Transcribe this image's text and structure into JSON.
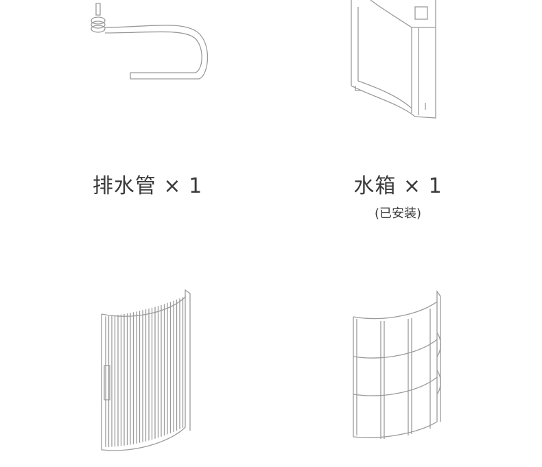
{
  "items": [
    {
      "name": "排水管",
      "qty": "× 1"
    },
    {
      "name": "水箱",
      "qty": "× 1",
      "note": "(已安装)"
    }
  ]
}
